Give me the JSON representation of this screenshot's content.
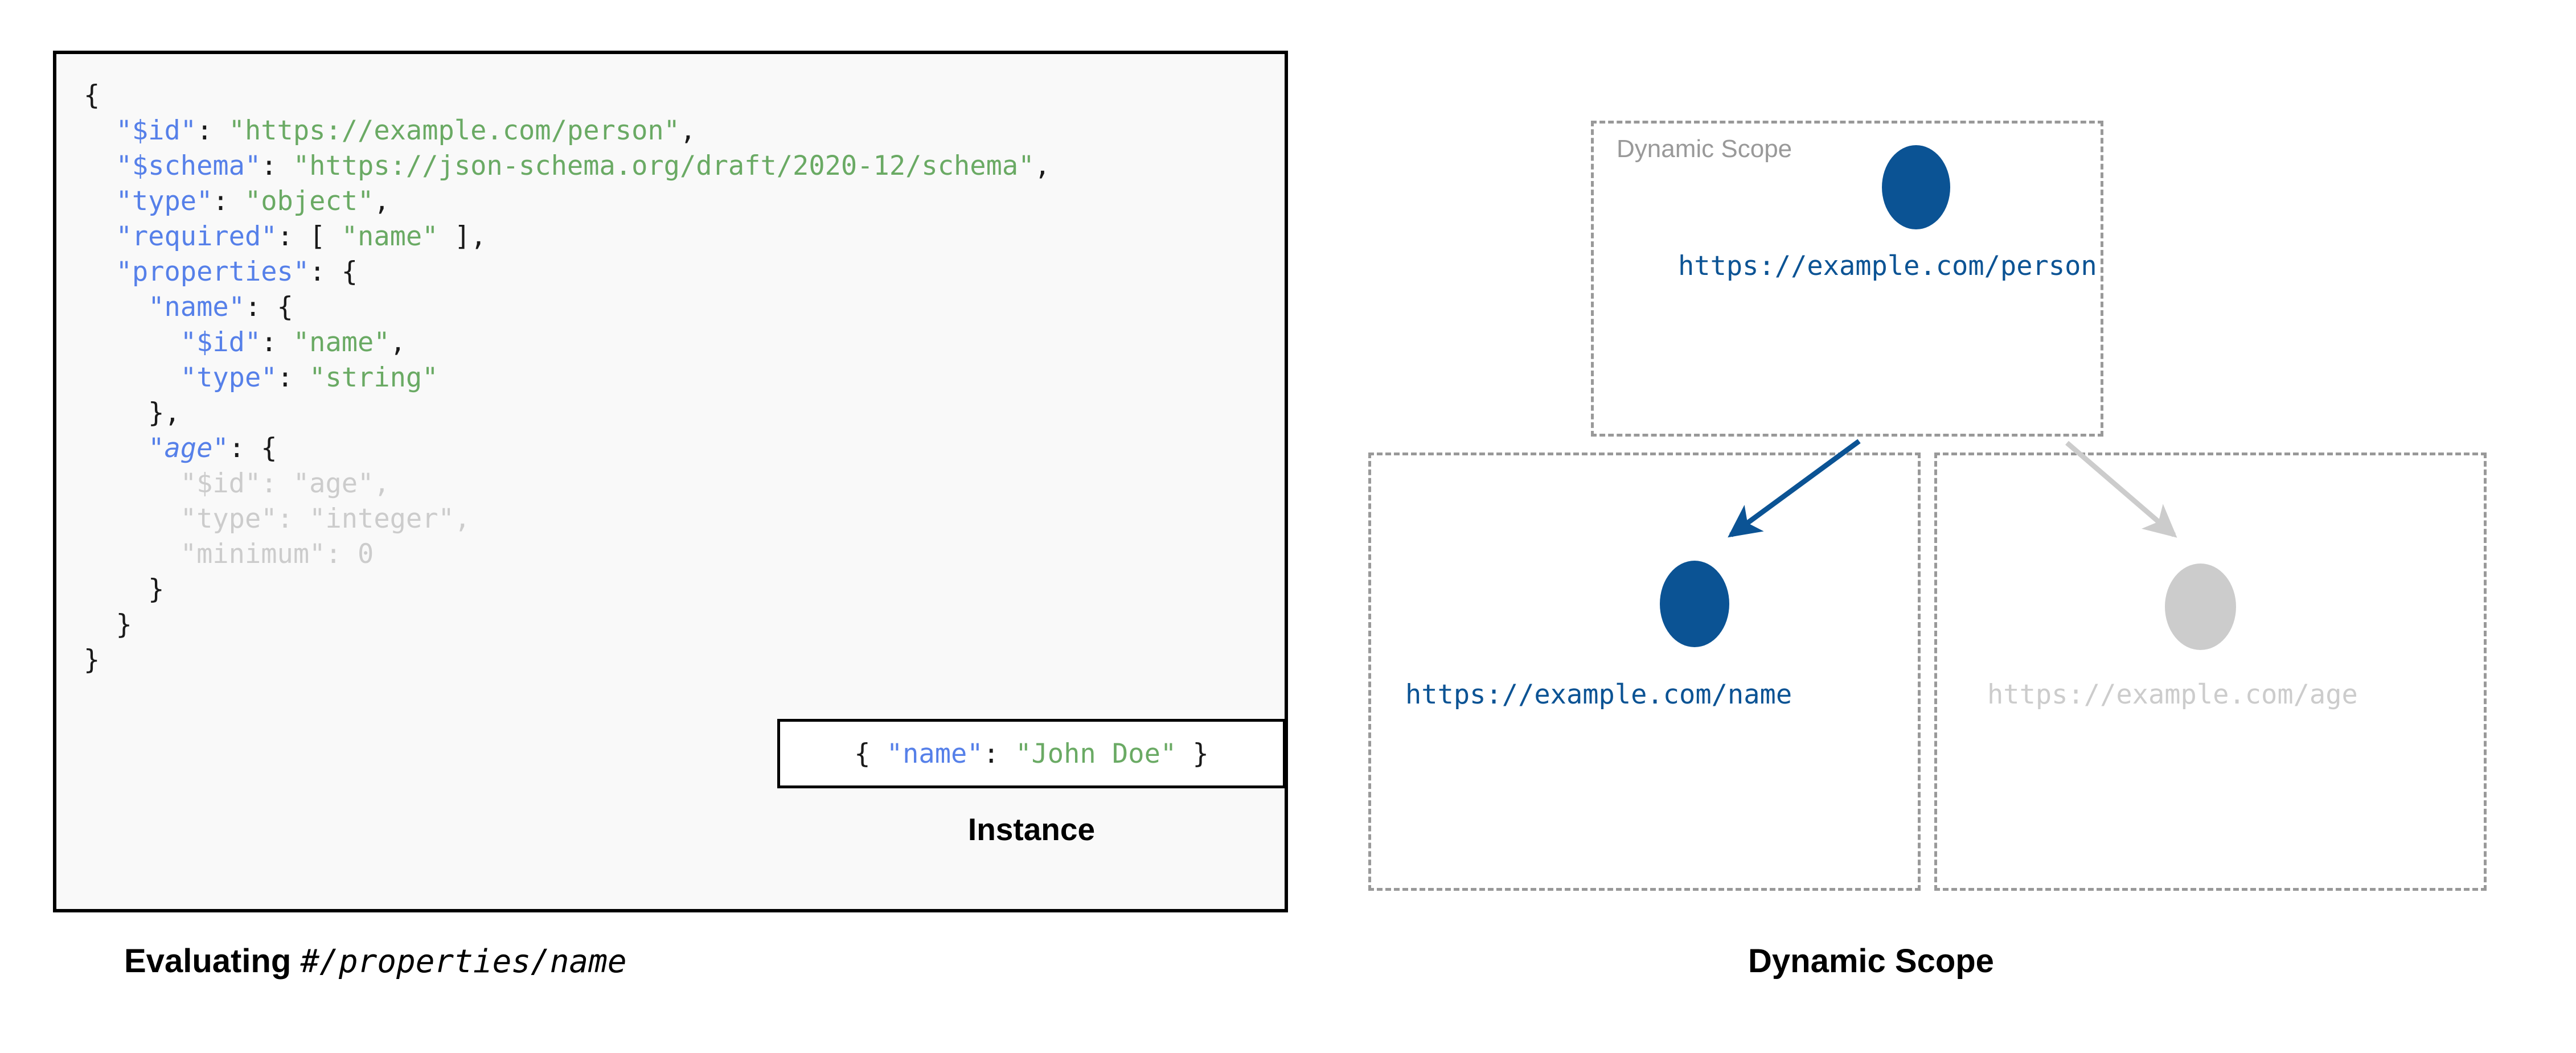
{
  "left": {
    "caption_bold": "Evaluating",
    "caption_mono": "#/properties/name",
    "schema_lines": [
      [
        {
          "t": "{",
          "c": "p"
        }
      ],
      [
        {
          "t": "  ",
          "c": "p"
        },
        {
          "t": "\"$id\"",
          "c": "k"
        },
        {
          "t": ": ",
          "c": "p"
        },
        {
          "t": "\"https://example.com/person\"",
          "c": "s"
        },
        {
          "t": ",",
          "c": "p"
        }
      ],
      [
        {
          "t": "  ",
          "c": "p"
        },
        {
          "t": "\"$schema\"",
          "c": "k"
        },
        {
          "t": ": ",
          "c": "p"
        },
        {
          "t": "\"https://json-schema.org/draft/2020-12/schema\"",
          "c": "s"
        },
        {
          "t": ",",
          "c": "p"
        }
      ],
      [
        {
          "t": "  ",
          "c": "p"
        },
        {
          "t": "\"type\"",
          "c": "k"
        },
        {
          "t": ": ",
          "c": "p"
        },
        {
          "t": "\"object\"",
          "c": "s"
        },
        {
          "t": ",",
          "c": "p"
        }
      ],
      [
        {
          "t": "  ",
          "c": "p"
        },
        {
          "t": "\"required\"",
          "c": "k"
        },
        {
          "t": ": [ ",
          "c": "p"
        },
        {
          "t": "\"name\"",
          "c": "s"
        },
        {
          "t": " ],",
          "c": "p"
        }
      ],
      [
        {
          "t": "  ",
          "c": "p"
        },
        {
          "t": "\"properties\"",
          "c": "k"
        },
        {
          "t": ": {",
          "c": "p"
        }
      ],
      [
        {
          "t": "    ",
          "c": "p"
        },
        {
          "t": "\"name\"",
          "c": "k"
        },
        {
          "t": ": {",
          "c": "p"
        }
      ],
      [
        {
          "t": "      ",
          "c": "p"
        },
        {
          "t": "\"$id\"",
          "c": "k"
        },
        {
          "t": ": ",
          "c": "p"
        },
        {
          "t": "\"name\"",
          "c": "s"
        },
        {
          "t": ",",
          "c": "p"
        }
      ],
      [
        {
          "t": "      ",
          "c": "p"
        },
        {
          "t": "\"type\"",
          "c": "k"
        },
        {
          "t": ": ",
          "c": "p"
        },
        {
          "t": "\"string\"",
          "c": "s"
        }
      ],
      [
        {
          "t": "    },",
          "c": "p"
        }
      ],
      [
        {
          "t": "    ",
          "c": "p"
        },
        {
          "t": "\"age\"",
          "c": "k ital"
        },
        {
          "t": ": {",
          "c": "p"
        }
      ],
      [
        {
          "t": "      \"$id\": \"age\",",
          "c": "dim"
        }
      ],
      [
        {
          "t": "      \"type\": \"integer\",",
          "c": "dim"
        }
      ],
      [
        {
          "t": "      \"minimum\": 0",
          "c": "dim"
        }
      ],
      [
        {
          "t": "    }",
          "c": "p"
        }
      ],
      [
        {
          "t": "  }",
          "c": "p"
        }
      ],
      [
        {
          "t": "}",
          "c": "p"
        }
      ]
    ],
    "instance": {
      "caption": "Instance",
      "tokens": [
        {
          "t": "{ ",
          "c": "p"
        },
        {
          "t": "\"name\"",
          "c": "k"
        },
        {
          "t": ": ",
          "c": "p"
        },
        {
          "t": "\"John Doe\"",
          "c": "s"
        },
        {
          "t": " }",
          "c": "p"
        }
      ]
    }
  },
  "right": {
    "caption": "Dynamic Scope",
    "scope_label": "Dynamic Scope",
    "nodes": [
      {
        "id": "person",
        "label": "https://example.com/person",
        "state": "active"
      },
      {
        "id": "name",
        "label": "https://example.com/name",
        "state": "active"
      },
      {
        "id": "age",
        "label": "https://example.com/age",
        "state": "dimmed"
      }
    ]
  },
  "colors": {
    "accent_blue": "#0b5394",
    "dim_gray": "#cccccc",
    "scope_border": "#999999",
    "json_key": "#5680e9",
    "json_string": "#6aaa64",
    "panel_bg": "#f9f9f9",
    "panel_border": "#000000"
  }
}
